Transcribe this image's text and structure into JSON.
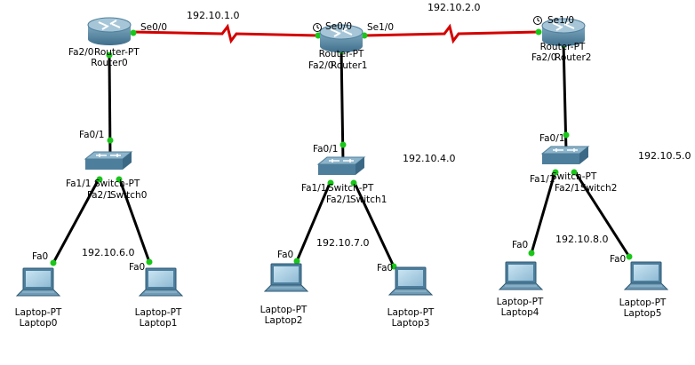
{
  "networks": {
    "n1": "192.10.1.0",
    "n2": "192.10.2.0",
    "n4": "192.10.4.0",
    "n5": "192.10.5.0",
    "n6": "192.10.6.0",
    "n7": "192.10.7.0",
    "n8": "192.10.8.0"
  },
  "routers": [
    {
      "model": "Router-PT",
      "name": "Router0"
    },
    {
      "model": "Router-PT",
      "name": "Router1"
    },
    {
      "model": "Router-PT",
      "name": "Router2"
    }
  ],
  "switches": [
    {
      "model": "Switch-PT",
      "name": "Switch0"
    },
    {
      "model": "Switch-PT",
      "name": "Switch1"
    },
    {
      "model": "Switch-PT",
      "name": "Switch2"
    }
  ],
  "laptops": [
    {
      "model": "Laptop-PT",
      "name": "Laptop0"
    },
    {
      "model": "Laptop-PT",
      "name": "Laptop1"
    },
    {
      "model": "Laptop-PT",
      "name": "Laptop2"
    },
    {
      "model": "Laptop-PT",
      "name": "Laptop3"
    },
    {
      "model": "Laptop-PT",
      "name": "Laptop4"
    },
    {
      "model": "Laptop-PT",
      "name": "Laptop5"
    }
  ],
  "ports": {
    "r0_se00": "Se0/0",
    "r0_fa20": "Fa2/0",
    "r1_se00": "Se0/0",
    "r1_se10": "Se1/0",
    "r1_fa20": "Fa2/0",
    "r2_se10": "Se1/0",
    "r2_fa20": "Fa2/0",
    "sw0_fa01": "Fa0/1",
    "sw0_fa11": "Fa1/1",
    "sw0_fa21": "Fa2/1",
    "sw1_fa01": "Fa0/1",
    "sw1_fa11": "Fa1/1",
    "sw1_fa21": "Fa2/1",
    "sw2_fa01": "Fa0/1",
    "sw2_fa11": "Fa1/1",
    "sw2_fa21": "Fa2/1",
    "lap_fa0": "Fa0"
  },
  "colors": {
    "serial_link": "#d40000",
    "ethernet_link": "#000000",
    "link_up_dot": "#19c619",
    "device_blue": "#5c8fae",
    "router_top": "#8fb5cb",
    "switch_top": "#7fa9c2"
  }
}
